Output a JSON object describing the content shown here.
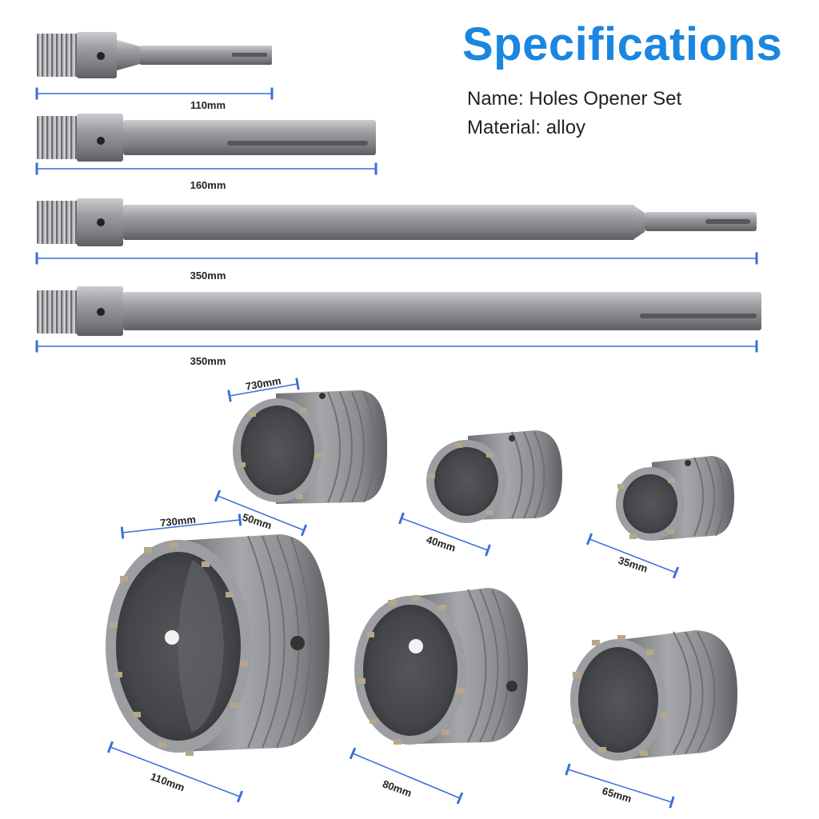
{
  "title": "Specifications",
  "specs": {
    "name": "Name: Holes Opener Set",
    "material": "Material: alloy"
  },
  "rods": [
    {
      "label": "110mm"
    },
    {
      "label": "160mm"
    },
    {
      "label": "350mm"
    },
    {
      "label": "350mm"
    }
  ],
  "bits": [
    {
      "label": "50mm",
      "height_label": "730mm"
    },
    {
      "label": "40mm"
    },
    {
      "label": "35mm"
    },
    {
      "label": "110mm",
      "height_label": "730mm"
    },
    {
      "label": "80mm"
    },
    {
      "label": "65mm"
    }
  ],
  "colors": {
    "accent": "#1a86e0",
    "dimension_line": "#3a6fd8",
    "metal": "#8f9194"
  }
}
